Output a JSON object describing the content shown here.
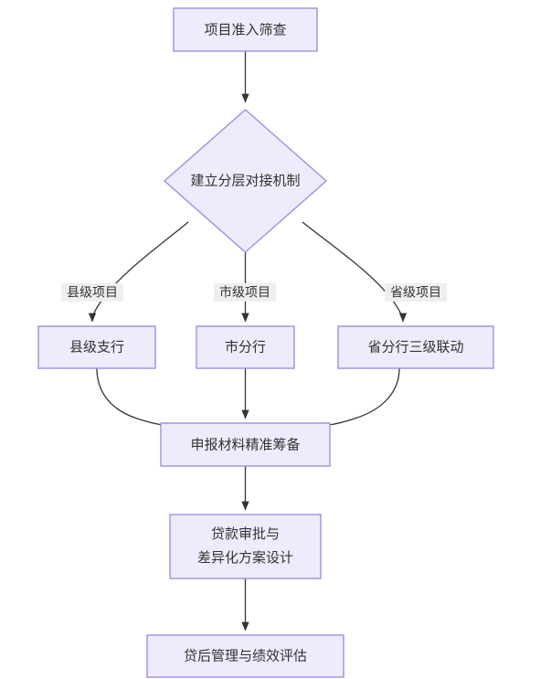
{
  "diagram": {
    "type": "flowchart",
    "direction": "top-to-bottom",
    "colors": {
      "node_fill": "#ececfc",
      "node_border": "#9f8fe0",
      "edge_stroke": "#333333",
      "text": "#333333",
      "edge_label_bg": "#efefef",
      "background": "#ffffff"
    },
    "nodes": [
      {
        "id": "screening",
        "shape": "rect",
        "label": "项目准入筛查"
      },
      {
        "id": "mechanism",
        "shape": "diamond",
        "label": "建立分层对接机制"
      },
      {
        "id": "county_branch",
        "shape": "rect",
        "label": "县级支行"
      },
      {
        "id": "city_branch",
        "shape": "rect",
        "label": "市分行"
      },
      {
        "id": "province_branch",
        "shape": "rect",
        "label": "省分行三级联动"
      },
      {
        "id": "materials",
        "shape": "rect",
        "label": "申报材料精准筹备"
      },
      {
        "id": "approval",
        "shape": "rect",
        "label_line1": "贷款审批与",
        "label_line2": "差异化方案设计"
      },
      {
        "id": "post_loan",
        "shape": "rect",
        "label": "贷后管理与绩效评估"
      }
    ],
    "edges": [
      {
        "from": "screening",
        "to": "mechanism",
        "label": ""
      },
      {
        "from": "mechanism",
        "to": "county_branch",
        "label": "县级项目"
      },
      {
        "from": "mechanism",
        "to": "city_branch",
        "label": "市级项目"
      },
      {
        "from": "mechanism",
        "to": "province_branch",
        "label": "省级项目"
      },
      {
        "from": "county_branch",
        "to": "materials",
        "label": ""
      },
      {
        "from": "city_branch",
        "to": "materials",
        "label": ""
      },
      {
        "from": "province_branch",
        "to": "materials",
        "label": ""
      },
      {
        "from": "materials",
        "to": "approval",
        "label": ""
      },
      {
        "from": "approval",
        "to": "post_loan",
        "label": ""
      }
    ],
    "edge_labels": {
      "county": "县级项目",
      "city": "市级项目",
      "province": "省级项目"
    }
  }
}
